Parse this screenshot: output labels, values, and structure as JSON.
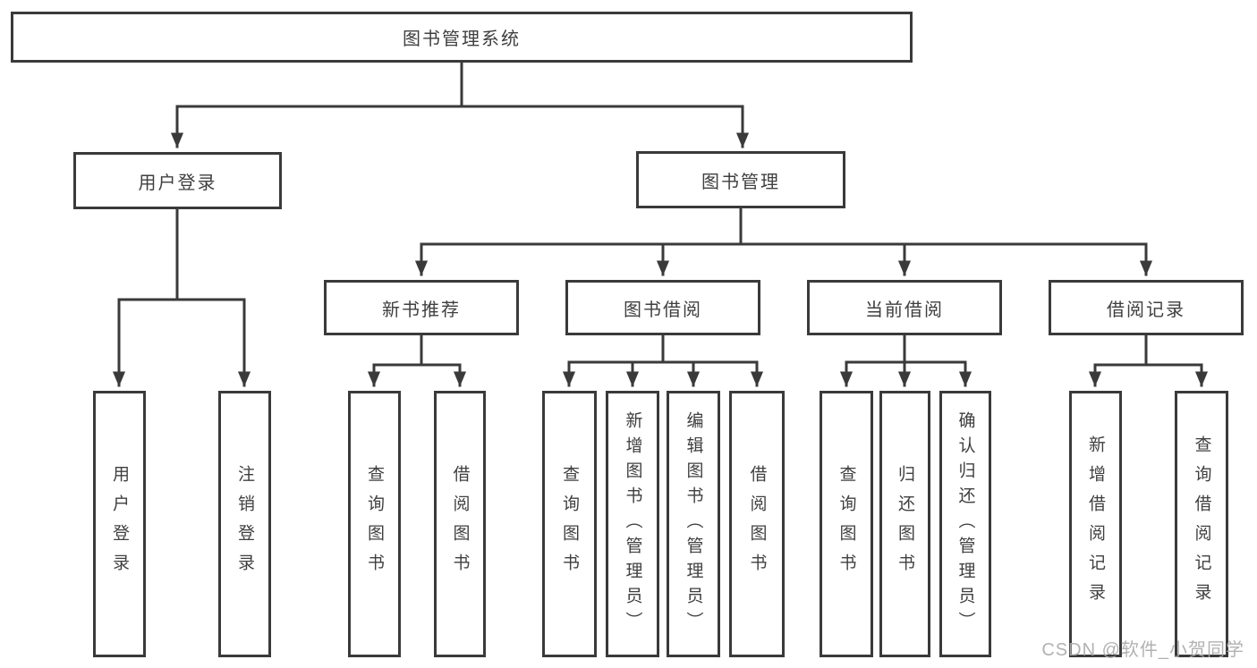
{
  "diagram": {
    "type": "tree",
    "title": "图书管理系统",
    "colors": {
      "line": "#3a3a3a",
      "text": "#3f3f3f",
      "background": "#ffffff",
      "watermark": "#aaaaaa"
    }
  },
  "nodes": {
    "root": {
      "label": "图书管理系统"
    },
    "user_login": {
      "label": "用户登录"
    },
    "book_management": {
      "label": "图书管理"
    },
    "new_book_recommend": {
      "label": "新书推荐"
    },
    "book_borrowing": {
      "label": "图书借阅"
    },
    "current_borrowing": {
      "label": "当前借阅"
    },
    "borrowing_records": {
      "label": "借阅记录"
    },
    "leaf_user_login": {
      "label": "用户登录"
    },
    "leaf_logout": {
      "label": "注销登录"
    },
    "leaf_rec_query_book": {
      "label": "查询图书"
    },
    "leaf_rec_borrow_book": {
      "label": "借阅图书"
    },
    "leaf_bor_query_book": {
      "label": "查询图书"
    },
    "leaf_bor_add_book": {
      "label": "新增图书（管理员）"
    },
    "leaf_bor_edit_book": {
      "label": "编辑图书（管理员）"
    },
    "leaf_bor_borrow_book": {
      "label": "借阅图书"
    },
    "leaf_cur_query_book": {
      "label": "查询图书"
    },
    "leaf_cur_return_book": {
      "label": "归还图书"
    },
    "leaf_cur_confirm_return": {
      "label": "确认归还（管理员）"
    },
    "leaf_add_borrow_record": {
      "label": "新增借阅记录"
    },
    "leaf_query_borrow_record": {
      "label": "查询借阅记录"
    }
  },
  "watermark": {
    "text": "CSDN @软件_小贺同学"
  }
}
